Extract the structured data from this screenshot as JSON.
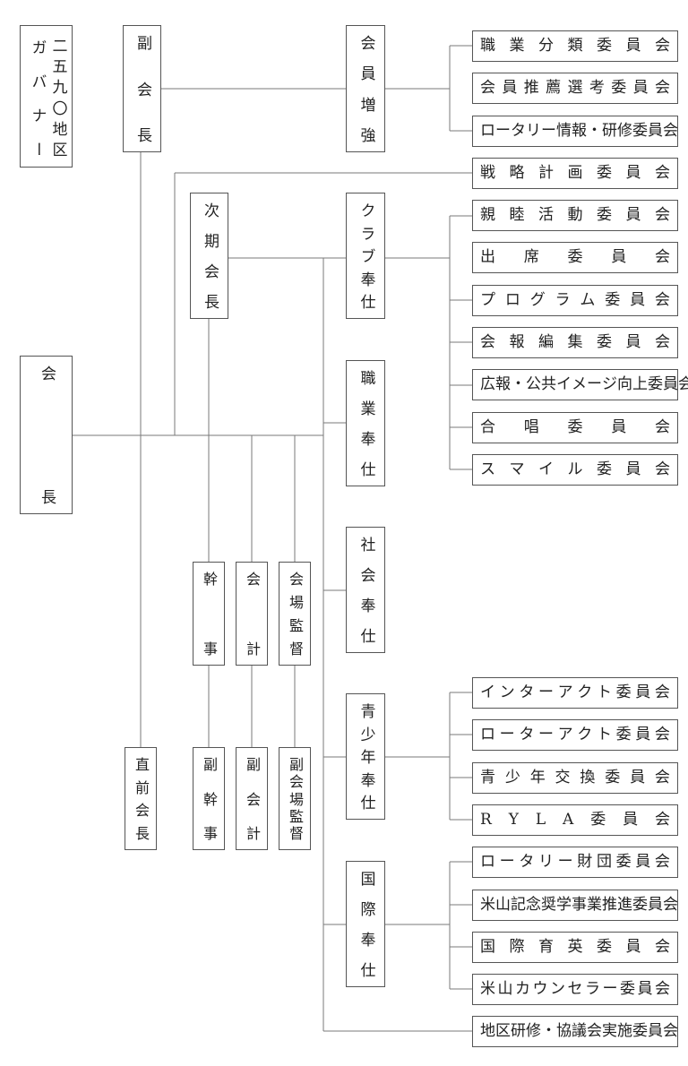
{
  "governor": {
    "district": "二五九〇地区",
    "title": "ガバナー"
  },
  "officers": {
    "president": "会長",
    "vice_president": "副会長",
    "president_elect": "次期会長",
    "immediate_past_president": "直前会長",
    "secretary": "幹事",
    "treasurer": "会計",
    "sergeant_at_arms": "会場監督",
    "vice_secretary": "副幹事",
    "vice_treasurer": "副会計",
    "vice_sergeant_at_arms": "副会場監督"
  },
  "avenues": [
    {
      "label": "会員増強",
      "committees": [
        "職業分類委員会",
        "会員推薦選考委員会",
        "ロータリー情報・研修委員会"
      ]
    },
    {
      "label": "クラブ奉仕",
      "committees": [
        "親睦活動委員会",
        "出席委員会",
        "プログラム委員会",
        "会報編集委員会",
        "広報・公共イメージ向上委員会",
        "合唱委員会",
        "スマイル委員会"
      ]
    },
    {
      "label": "職業奉仕",
      "committees": []
    },
    {
      "label": "社会奉仕",
      "committees": []
    },
    {
      "label": "青少年奉仕",
      "committees": [
        "インターアクト委員会",
        "ローターアクト委員会",
        "青少年交換委員会",
        "RYLA委員会"
      ]
    },
    {
      "label": "国際奉仕",
      "committees": [
        "ロータリー財団委員会",
        "米山記念奨学事業推進委員会",
        "国際育英委員会",
        "米山カウンセラー委員会"
      ]
    }
  ],
  "strategic_planning_committee": "戦略計画委員会",
  "district_assembly_committee": "地区研修・協議会実施委員会"
}
